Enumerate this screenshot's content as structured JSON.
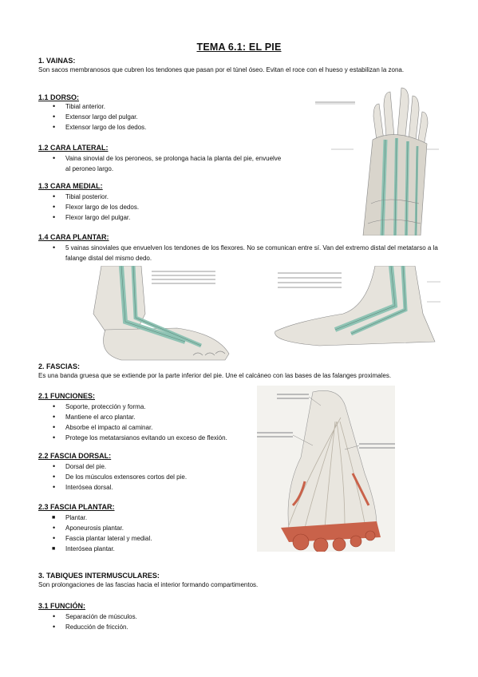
{
  "title": "TEMA 6.1: EL PIE",
  "s1": {
    "heading": "1. VAINAS:",
    "text": "Son sacos membranosos que cubren los tendones que pasan por el túnel óseo. Evitan el roce con el hueso y estabilizan la zona."
  },
  "s11": {
    "heading": "1.1 DORSO:",
    "items": [
      "Tibial anterior.",
      "Extensor largo del pulgar.",
      "Extensor largo de los dedos."
    ]
  },
  "s12": {
    "heading": "1.2 CARA LATERAL:",
    "items": [
      "Vaina sinovial de los peroneos, se prolonga hacia la planta del pie, envuelve al peroneo largo."
    ]
  },
  "s13": {
    "heading": "1.3 CARA MEDIAL:",
    "items": [
      "Tibial posterior.",
      "Flexor largo de los dedos.",
      "Flexor largo del pulgar."
    ]
  },
  "s14": {
    "heading": "1.4 CARA PLANTAR:",
    "items": [
      "5 vainas sinoviales que envuelven los tendones de los flexores. No se comunican entre sí. Van del extremo distal del metatarso a la falange distal del mismo dedo."
    ]
  },
  "s2": {
    "heading": "2. FASCIAS:",
    "text": "Es una banda gruesa que se extiende por la parte inferior del pie. Une el calcáneo con las bases de las falanges proximales."
  },
  "s21": {
    "heading": "2.1 FUNCIONES:",
    "items": [
      "Soporte, protección y forma.",
      "Mantiene el arco plantar.",
      "Absorbe el impacto al caminar.",
      "Protege los metatarsianos evitando un exceso de flexión."
    ]
  },
  "s22": {
    "heading": "2.2 FASCIA DORSAL:",
    "items": [
      "Dorsal del pie.",
      "De los músculos extensores cortos del pie.",
      "Interósea dorsal."
    ]
  },
  "s23": {
    "heading": "2.3 FASCIA PLANTAR:",
    "items": [
      "Plantar.",
      "Aponeurosis plantar.",
      "Fascia plantar lateral y medial.",
      "Interósea plantar."
    ]
  },
  "s3": {
    "heading": "3. TABIQUES INTERMUSCULARES:",
    "text": "Son prolongaciones de las fascias hacia el interior formando compartimentos."
  },
  "s31": {
    "heading": "3.1 FUNCIÓN:",
    "items": [
      "Separación de músculos.",
      "Reducción de fricción."
    ]
  },
  "colors": {
    "tendon_sheath": "#8fc3b4",
    "bone": "#e6e3dc",
    "muscle": "#c9624a",
    "fascia": "#e9e6df"
  }
}
